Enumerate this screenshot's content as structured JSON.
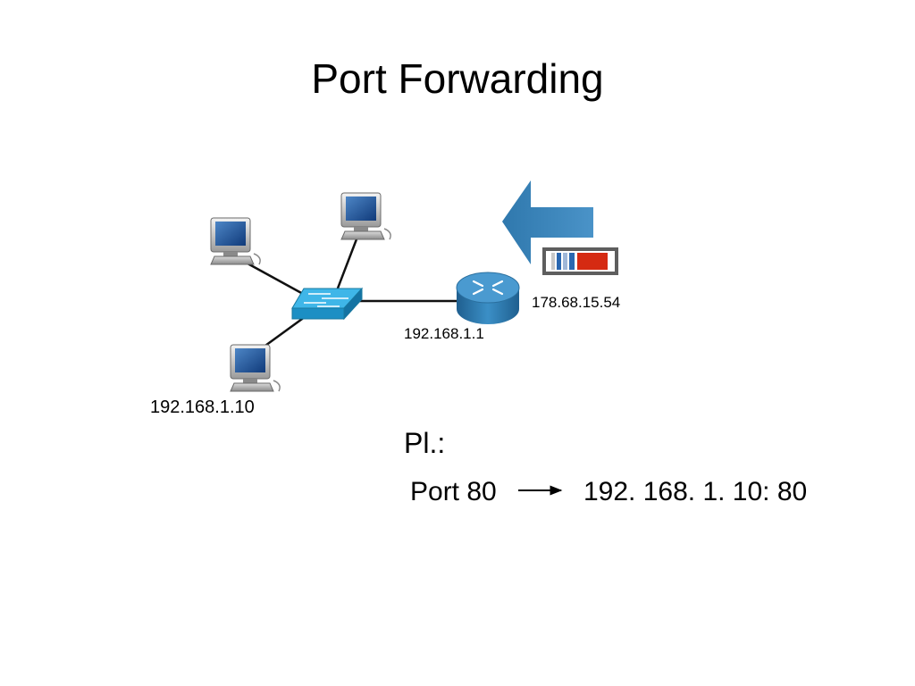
{
  "title": "Port Forwarding",
  "diagram": {
    "router_wan_ip": "178.68.15.54",
    "router_lan_ip": "192.168.1.1",
    "host_ip": "192.168.1.10",
    "colors": {
      "arrow": "#3d85b8",
      "router": "#2e7fb3",
      "switch": "#1d9dd6",
      "packet_red": "#d52a12",
      "packet_blue": "#2a67b0",
      "link": "#111111"
    }
  },
  "example": {
    "heading": "Pl.:",
    "rule_port": "Port 80",
    "rule_destination": "192. 168. 1. 10: 80"
  }
}
